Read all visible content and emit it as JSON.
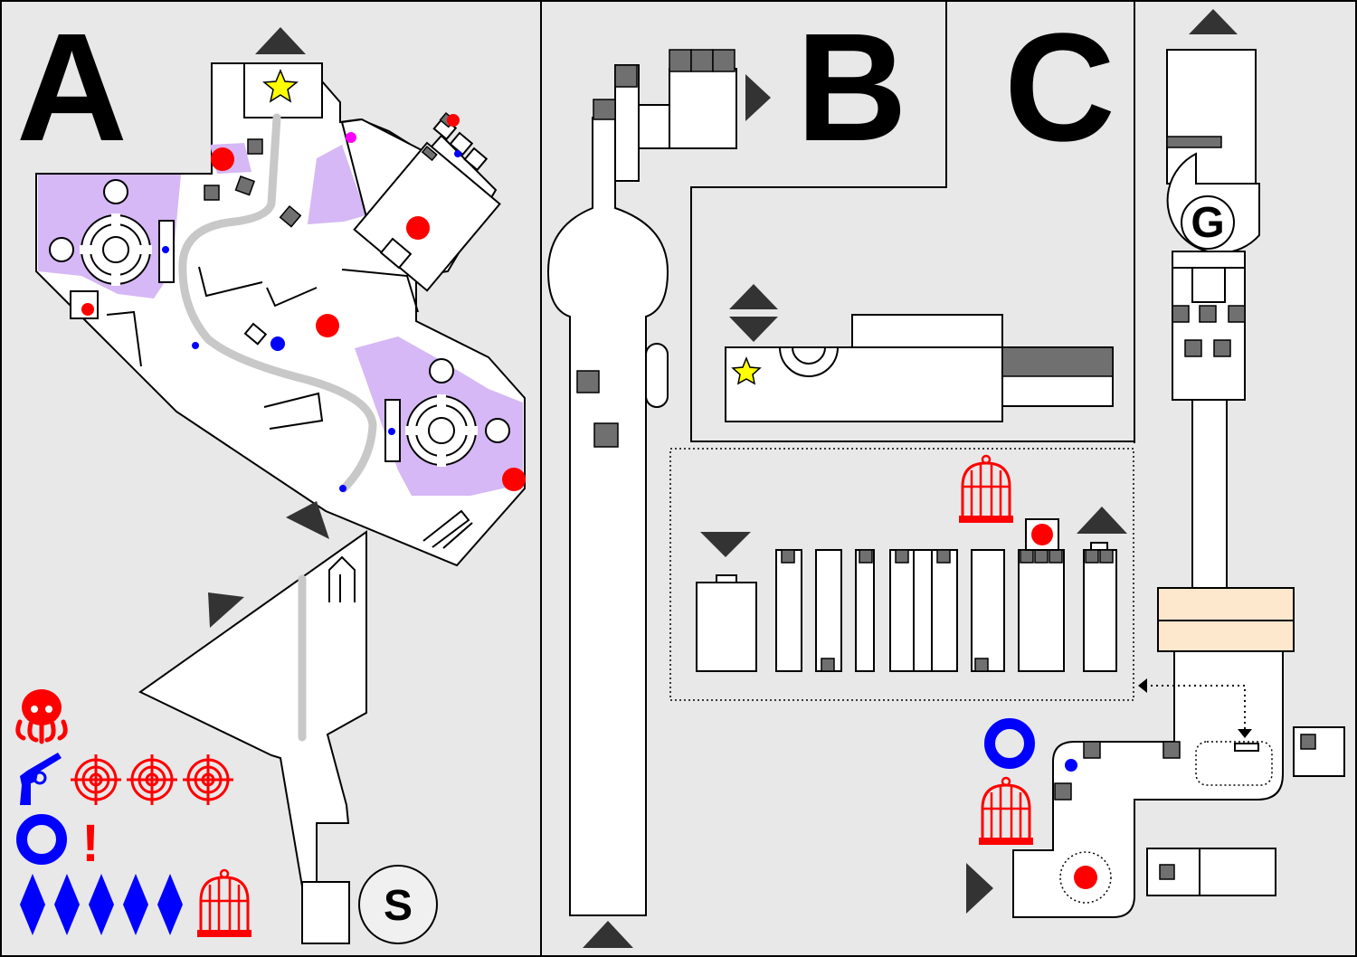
{
  "colors": {
    "background": "#e8e8e8",
    "room_fill": "#ffffff",
    "purple_zone": "#d5b8f5",
    "red_marker": "#ff0000",
    "blue_marker": "#0000ff",
    "magenta_marker": "#ff00ff",
    "star": "#ffff00",
    "block": "#707070",
    "arrow": "#333333",
    "beige_band": "#fde8cd"
  },
  "sections": {
    "a": {
      "label": "A"
    },
    "b": {
      "label": "B"
    },
    "c": {
      "label": "C"
    }
  },
  "badges": {
    "start": "S",
    "goal": "G"
  },
  "legend": {
    "icons": [
      "octopus-icon",
      "revolver-icon",
      "target-icon",
      "target-icon",
      "target-icon",
      "ring-icon",
      "exclamation-icon",
      "diamond-icon",
      "diamond-icon",
      "diamond-icon",
      "diamond-icon",
      "diamond-icon",
      "birdcage-icon"
    ],
    "exclamation": "!"
  }
}
